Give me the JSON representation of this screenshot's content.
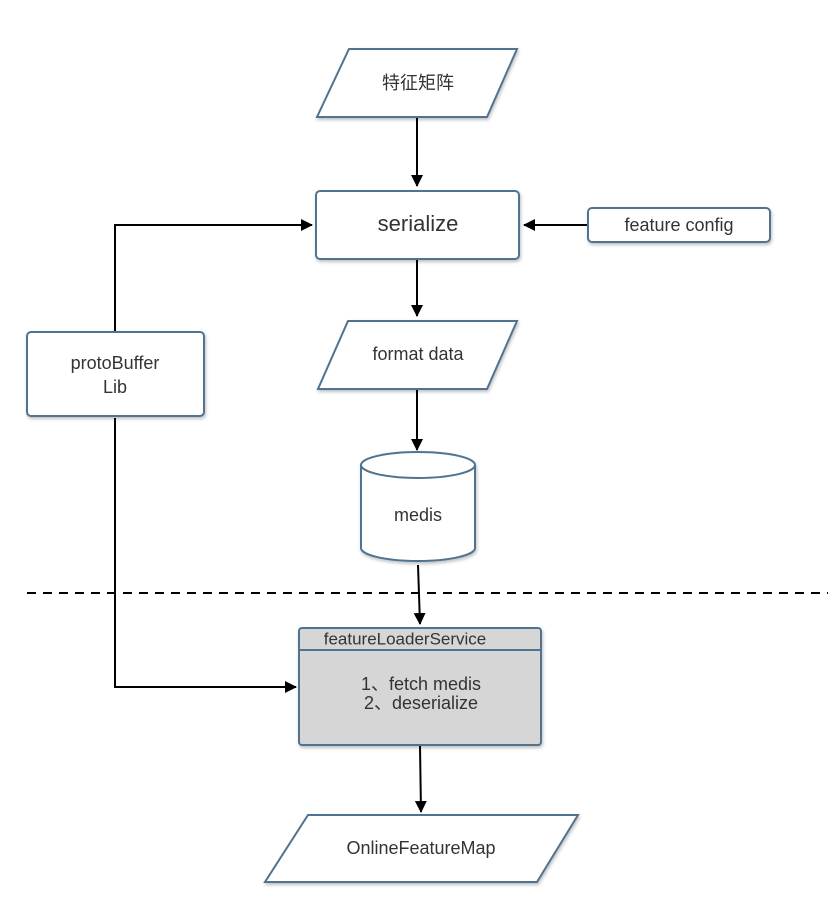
{
  "nodes": {
    "feature_matrix": "特征矩阵",
    "serialize": "serialize",
    "feature_config": "feature config",
    "format_data": "format data",
    "protobuffer_lib_line1": "protoBuffer",
    "protobuffer_lib_line2": "Lib",
    "medis": "medis",
    "service_title": "featureLoaderService",
    "service_step1": "1、fetch medis",
    "service_step2": "2、deserialize",
    "online_feature_map": "OnlineFeatureMap"
  },
  "colors": {
    "border": "#4f7390",
    "service_fill": "#d6d6d6",
    "text": "#333333",
    "edge": "#000000"
  }
}
